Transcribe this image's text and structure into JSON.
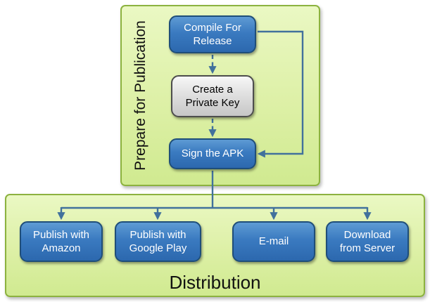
{
  "prepare_section": {
    "label": "Prepare for Publication",
    "nodes": {
      "compile": "Compile For Release",
      "private_key": "Create a Private Key",
      "sign": "Sign the APK"
    }
  },
  "distribution_section": {
    "label": "Distribution",
    "nodes": {
      "amazon": "Publish with Amazon",
      "google_play": "Publish with Google Play",
      "email": "E-mail",
      "server": "Download from Server"
    }
  },
  "colors": {
    "panel_fill_top": "#eaf8c3",
    "panel_fill_bottom": "#d0ea90",
    "panel_border": "#8cb23f",
    "node_blue_top": "#5e9bd4",
    "node_blue_bottom": "#2c68ae",
    "node_blue_border": "#1f4e79",
    "node_gray_top": "#f7f7f7",
    "node_gray_bottom": "#c6c6c6",
    "node_gray_border": "#4d4d4d",
    "connector": "#41719c",
    "text_on_blue": "#ffffff",
    "text_on_gray": "#000000",
    "section_label": "#111111"
  }
}
